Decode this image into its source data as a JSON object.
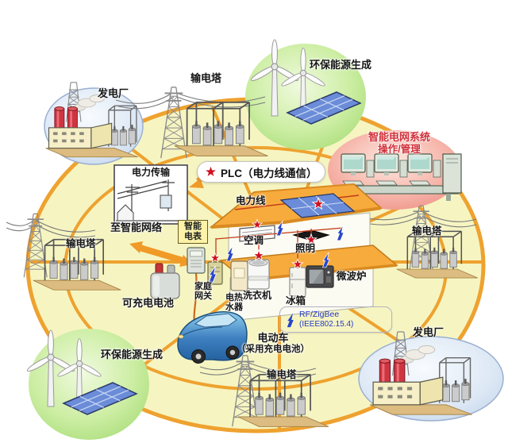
{
  "colors": {
    "background": "#ffffff",
    "grid_field_yellow": "#f6f5c2",
    "ring_orange": "#eea22f",
    "zone_green": "#bce48c",
    "zone_pink": "#f2998d",
    "zone_blue": "#d4e2f2",
    "roof_orange": "#f7ab3c",
    "solar_blue": "#6b8cd8",
    "star_red": "#cf1020",
    "bolt_blue": "#2a46c8",
    "ops_text_red": "#d0303a",
    "zigbee_text_blue": "#2438c8"
  },
  "zones": {
    "power_plant_top_left": {
      "label": "发电厂"
    },
    "transmission_tower_top": {
      "label": "输电塔"
    },
    "green_energy_top": {
      "label": "环保能源生成"
    },
    "grid_ops": {
      "line1": "智能电网系统",
      "line2": "操作/管理"
    },
    "transmission_tower_left": {
      "label": "输电塔"
    },
    "transmission_tower_right": {
      "label": "输电塔"
    },
    "transmission_tower_bottom": {
      "label": "输电塔"
    },
    "green_energy_bottom": {
      "label": "环保能源生成"
    },
    "power_plant_bottom_right": {
      "label": "发电厂"
    }
  },
  "callouts": {
    "plc": {
      "label": "PLC（电力线通信）"
    },
    "power_transmission": {
      "label": "电力传输"
    },
    "to_smart_network": {
      "label": "至智能网络"
    },
    "smart_meter": {
      "line1": "智能",
      "line2": "电表"
    },
    "rechargeable_battery": {
      "label": "可充电电池"
    },
    "rf_zigbee": {
      "line1": "RF/ZigBee",
      "line2": "(IEEE802.15.4)"
    },
    "electric_vehicle": {
      "line1": "电动车",
      "line2": "（采用充电电池）"
    }
  },
  "house": {
    "power_line": {
      "label": "电力线"
    },
    "air_conditioner": {
      "label": "空调"
    },
    "lighting": {
      "label": "照明"
    },
    "home_gateway": {
      "line1": "家庭",
      "line2": "网关"
    },
    "water_heater": {
      "line1": "电热",
      "line2": "水器"
    },
    "washing_machine": {
      "label": "洗衣机"
    },
    "fridge": {
      "label": "冰箱"
    },
    "microwave": {
      "label": "微波炉"
    }
  }
}
